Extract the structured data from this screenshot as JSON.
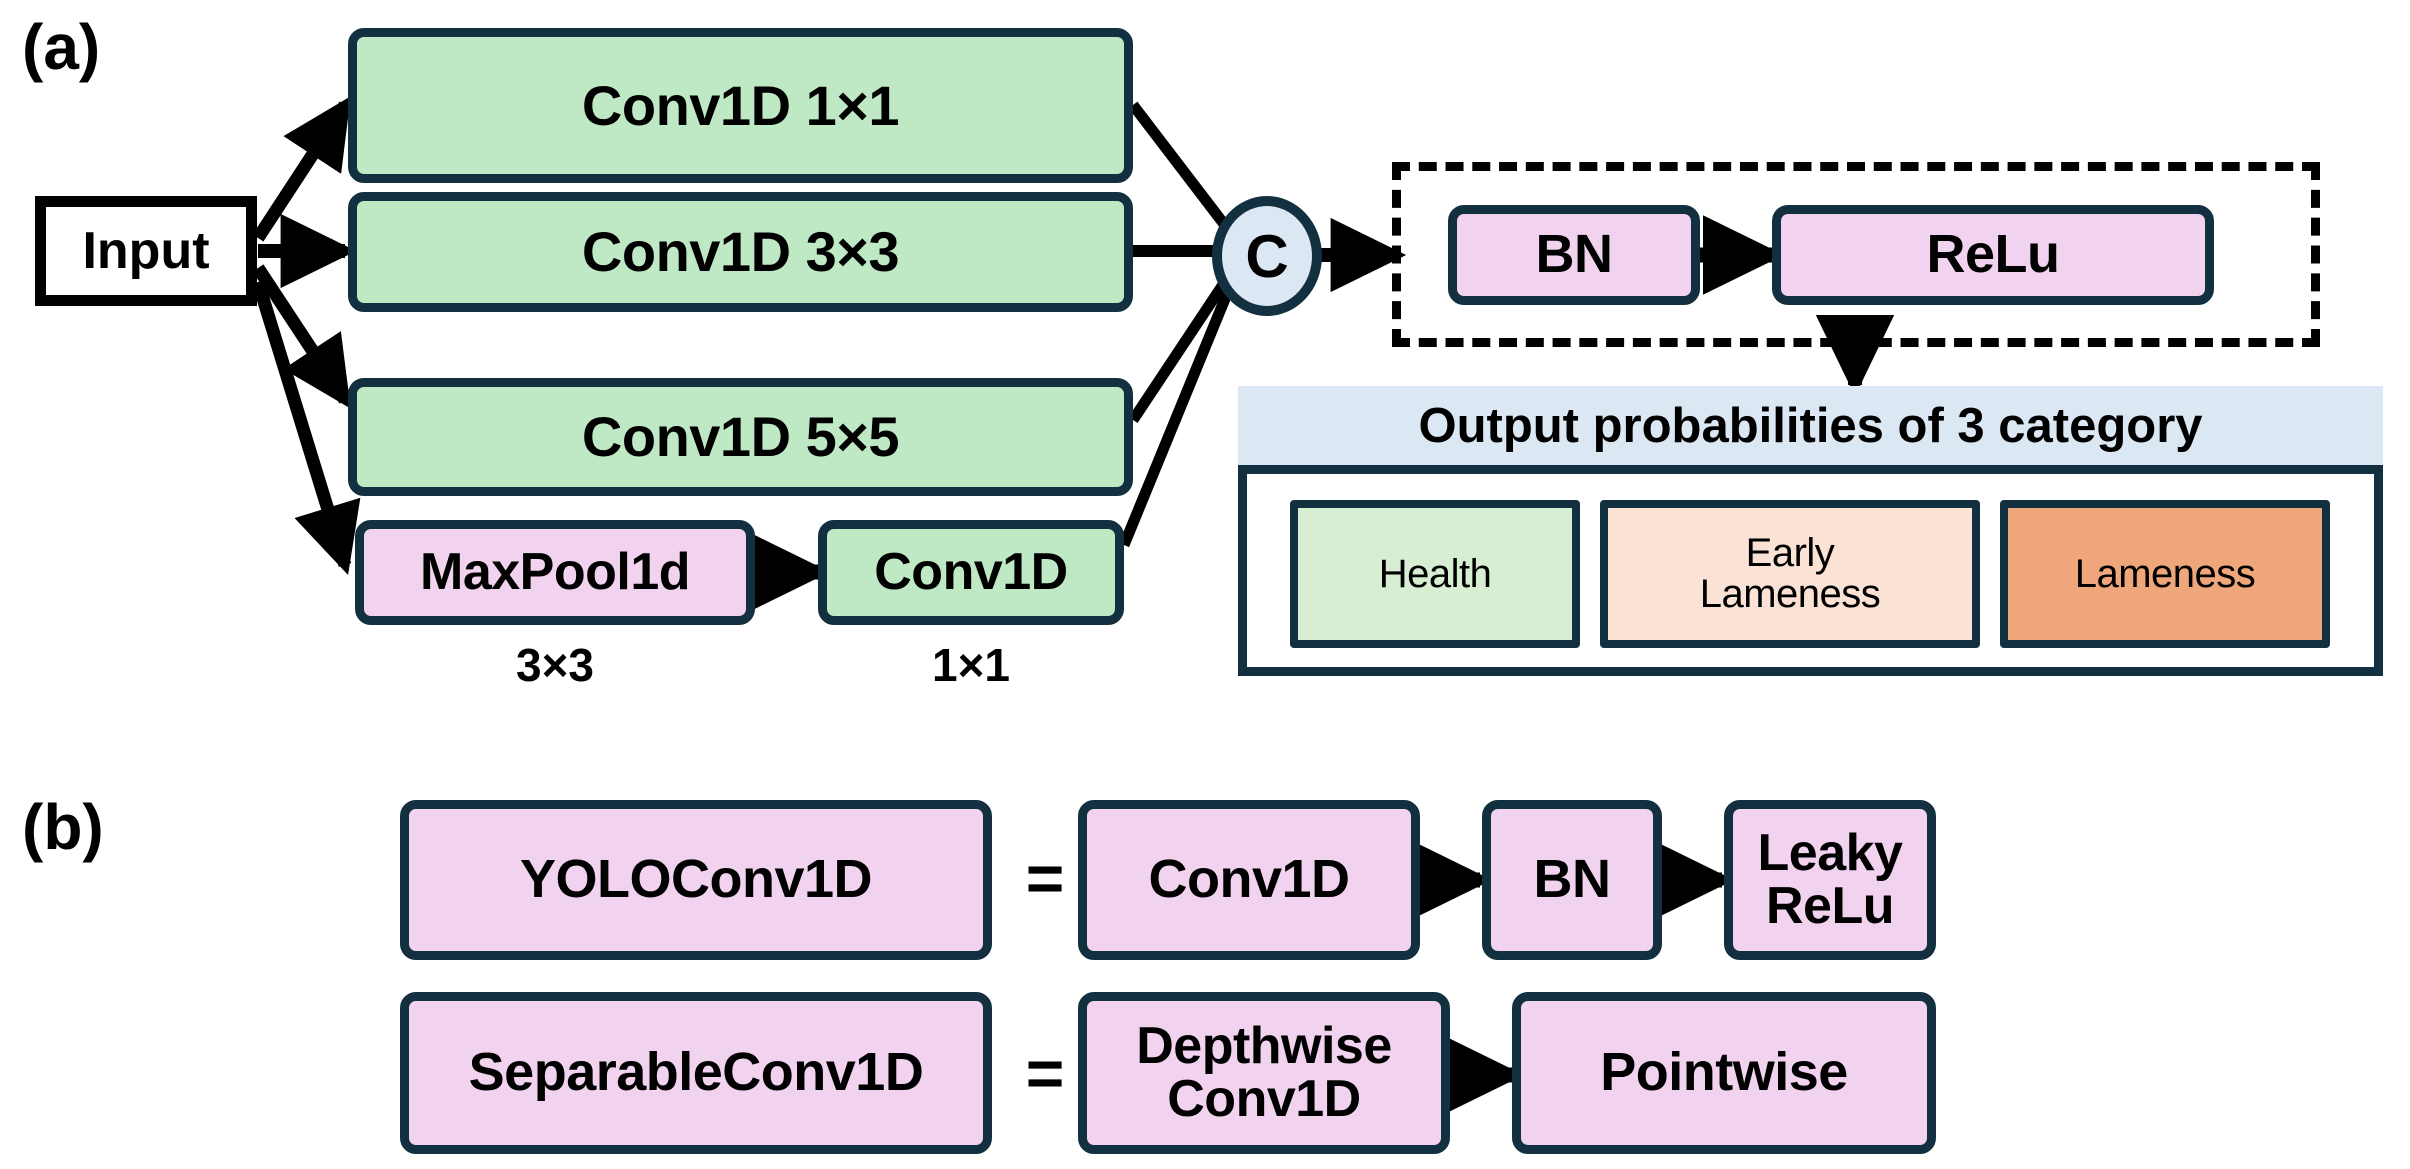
{
  "figure": {
    "panel_a_label": "(a)",
    "panel_b_label": "(b)"
  },
  "panel_a": {
    "input": {
      "label": "Input"
    },
    "branches": [
      {
        "label": "Conv1D  1×1"
      },
      {
        "label": "Conv1D  3×3"
      },
      {
        "label": "Conv1D  5×5"
      }
    ],
    "pool_branch": {
      "pool": {
        "label": "MaxPool1d",
        "caption": "3×3"
      },
      "conv": {
        "label": "Conv1D",
        "caption": "1×1"
      }
    },
    "concat": {
      "label": "C"
    },
    "post_group": {
      "bn": {
        "label": "BN"
      },
      "relu": {
        "label": "ReLu"
      }
    },
    "output": {
      "title": "Output probabilities of 3 category",
      "categories": [
        {
          "label": "Health",
          "color": "#d7eed3"
        },
        {
          "label": "Early\nLameness",
          "color": "#fae2d5"
        },
        {
          "label": "Lameness",
          "color": "#f0a67b"
        }
      ]
    }
  },
  "panel_b": {
    "rows": [
      {
        "lhs": "YOLOConv1D",
        "equals": "=",
        "rhs": [
          {
            "label": "Conv1D"
          },
          {
            "label": "BN"
          },
          {
            "label": "Leaky\nReLu"
          }
        ]
      },
      {
        "lhs": "SeparableConv1D",
        "equals": "=",
        "rhs": [
          {
            "label": "Depthwise\nConv1D"
          },
          {
            "label": "Pointwise"
          }
        ]
      }
    ]
  },
  "colors": {
    "outline": "#12303f",
    "green": "#bfe9c4",
    "pink": "#f2d3ef",
    "blue": "#dbe7f2",
    "peach": "#fae2d5",
    "orange": "#f0a67b",
    "arrow": "#000000"
  }
}
